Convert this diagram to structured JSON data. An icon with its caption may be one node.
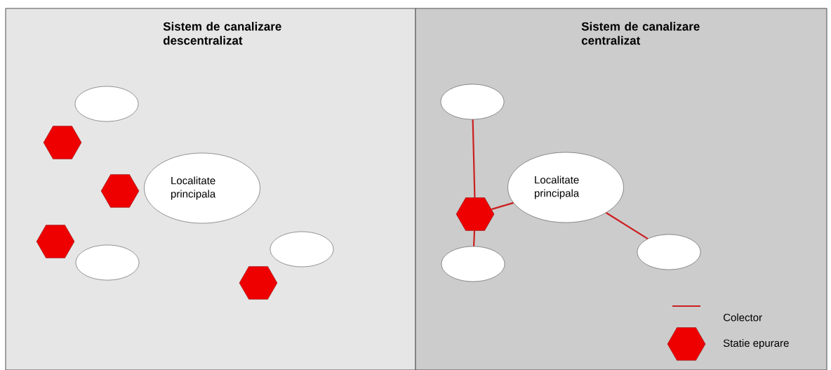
{
  "diagram": {
    "nodes": [
      {
        "text": [
          "Sistem de canalizare descentralizat"
        ]
      },
      {
        "text": [],
        "shape": "ellipse",
        "in": 0
      },
      {
        "text": [],
        "shape": "hexagon",
        "in": 0
      },
      {
        "text": [],
        "shape": "hexagon",
        "in": 0
      },
      {
        "text": [
          "Localitate principala"
        ],
        "in": 0
      },
      {
        "text": [],
        "shape": "hexagon",
        "in": 0
      },
      {
        "text": [],
        "shape": "ellipse",
        "in": 0
      },
      {
        "text": [],
        "shape": "ellipse",
        "in": 0
      },
      {
        "text": [],
        "shape": "hexagon",
        "in": 0
      },
      {
        "text": [
          "Sistem de canalizare centralizat"
        ]
      },
      {
        "text": [],
        "shape": "ellipse",
        "in": 9
      },
      {
        "text": [
          "Localitate principala"
        ],
        "in": 9
      },
      {
        "text": [],
        "shape": "hexagon",
        "in": 9
      },
      {
        "text": [],
        "shape": "ellipse",
        "in": 9
      },
      {
        "text": [],
        "shape": "ellipse",
        "in": 9
      }
    ],
    "edges": [
      {
        "from": 10,
        "to": 12,
        "arrow": "none"
      },
      {
        "from": 12,
        "to": 14,
        "arrow": "none"
      },
      {
        "from": 12,
        "to": 11,
        "arrow": "none"
      },
      {
        "from": 11,
        "to": 13,
        "arrow": "none"
      }
    ],
    "legend": [
      {
        "text": "Colector"
      },
      {
        "text": "Statie epurare"
      }
    ]
  }
}
